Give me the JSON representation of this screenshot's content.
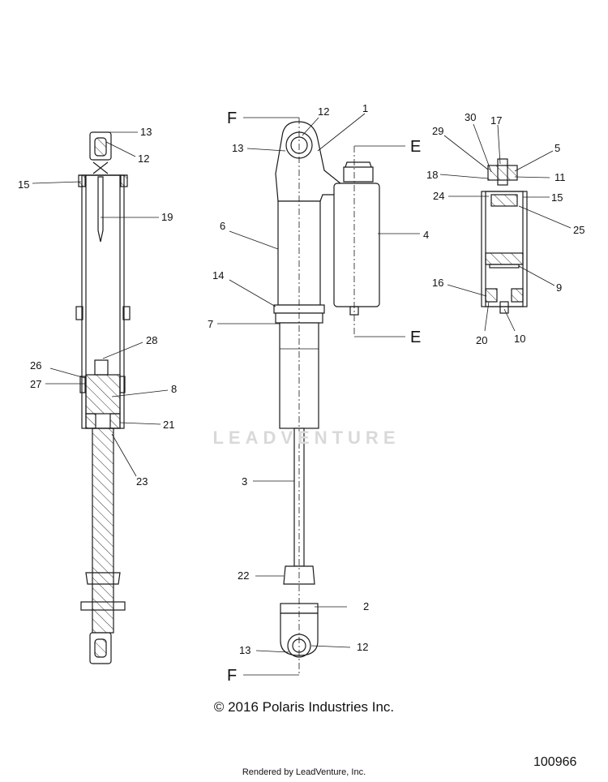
{
  "watermark": "LEADVENTURE",
  "copyright": "© 2016 Polaris Industries Inc.",
  "rendered_by": "Rendered by LeadVenture, Inc.",
  "diagram_number": "100966",
  "section_marks": {
    "f_top": "F",
    "f_bottom": "F",
    "e_top": "E",
    "e_bottom": "E"
  },
  "callouts": {
    "sec_13": "13",
    "sec_12": "12",
    "sec_15": "15",
    "sec_19": "19",
    "sec_28": "28",
    "sec_26": "26",
    "sec_27": "27",
    "sec_8": "8",
    "sec_21": "21",
    "sec_23": "23",
    "main_12_top": "12",
    "main_1": "1",
    "main_13_top": "13",
    "main_6": "6",
    "main_4": "4",
    "main_14": "14",
    "main_7": "7",
    "main_3": "3",
    "main_22": "22",
    "main_2": "2",
    "main_13_bottom": "13",
    "main_12_bottom": "12",
    "res_30": "30",
    "res_17": "17",
    "res_29": "29",
    "res_5": "5",
    "res_18": "18",
    "res_11": "11",
    "res_24": "24",
    "res_15": "15",
    "res_25": "25",
    "res_16": "16",
    "res_9": "9",
    "res_20": "20",
    "res_10": "10"
  }
}
